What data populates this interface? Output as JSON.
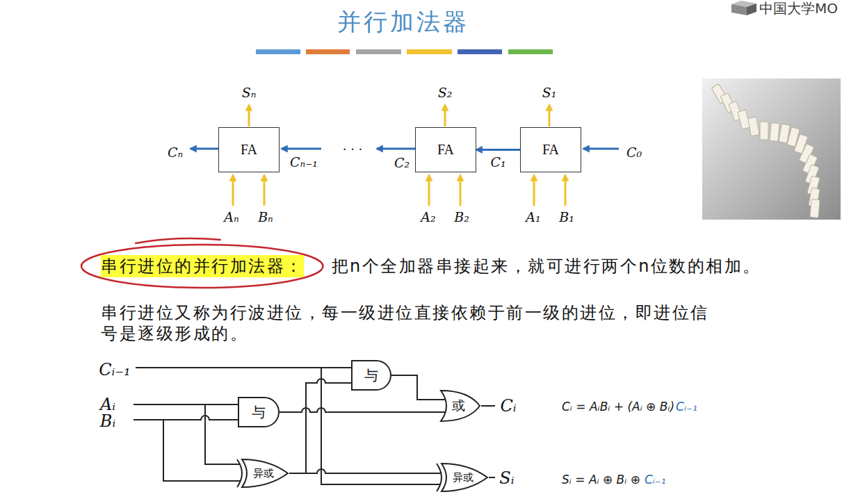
{
  "diagram": {
    "title": "并行加法器",
    "nodes": [
      {
        "text": [
          "FA"
        ]
      },
      {
        "text": [
          "FA"
        ]
      },
      {
        "text": [
          "FA"
        ]
      },
      {
        "text": [
          "与"
        ]
      },
      {
        "text": [
          "与"
        ]
      },
      {
        "text": [
          "或"
        ]
      },
      {
        "text": [
          "异或"
        ]
      },
      {
        "text": [
          "异或"
        ]
      }
    ],
    "edges": [
      {
        "from": 2,
        "to": 1,
        "arrow": "to",
        "label": "C₁"
      },
      {
        "from": 3,
        "to": 5,
        "arrow": "none"
      },
      {
        "from": 4,
        "to": 5,
        "arrow": "none"
      },
      {
        "from": 6,
        "to": 3,
        "arrow": "none"
      },
      {
        "from": 6,
        "to": 7,
        "arrow": "none"
      }
    ],
    "labels": [
      "中国大学MO",
      "Sₙ",
      "S₂",
      "S₁",
      "Cₙ",
      "Cₙ₋₁",
      "· · ·",
      "C₂",
      "C₀",
      "Aₙ",
      "Bₙ",
      "A₂",
      "B₂",
      "A₁",
      "B₁",
      "串行进位的并行加法器：",
      "把n个全加器串接起来，就可进行两个n位数的相加。",
      "串行进位又称为行波进位，每一级进位直接依赖于前一级的进位，即进位信号是逐级形成的。",
      "Cᵢ₋₁",
      "Aᵢ",
      "Bᵢ",
      "Cᵢ",
      "Sᵢ",
      "Cᵢ = AᵢBᵢ + (Aᵢ ⊕ Bᵢ)",
      "Cᵢ₋₁",
      "Sᵢ = Aᵢ ⊕ Bᵢ ⊕",
      "Cᵢ₋₁"
    ]
  }
}
